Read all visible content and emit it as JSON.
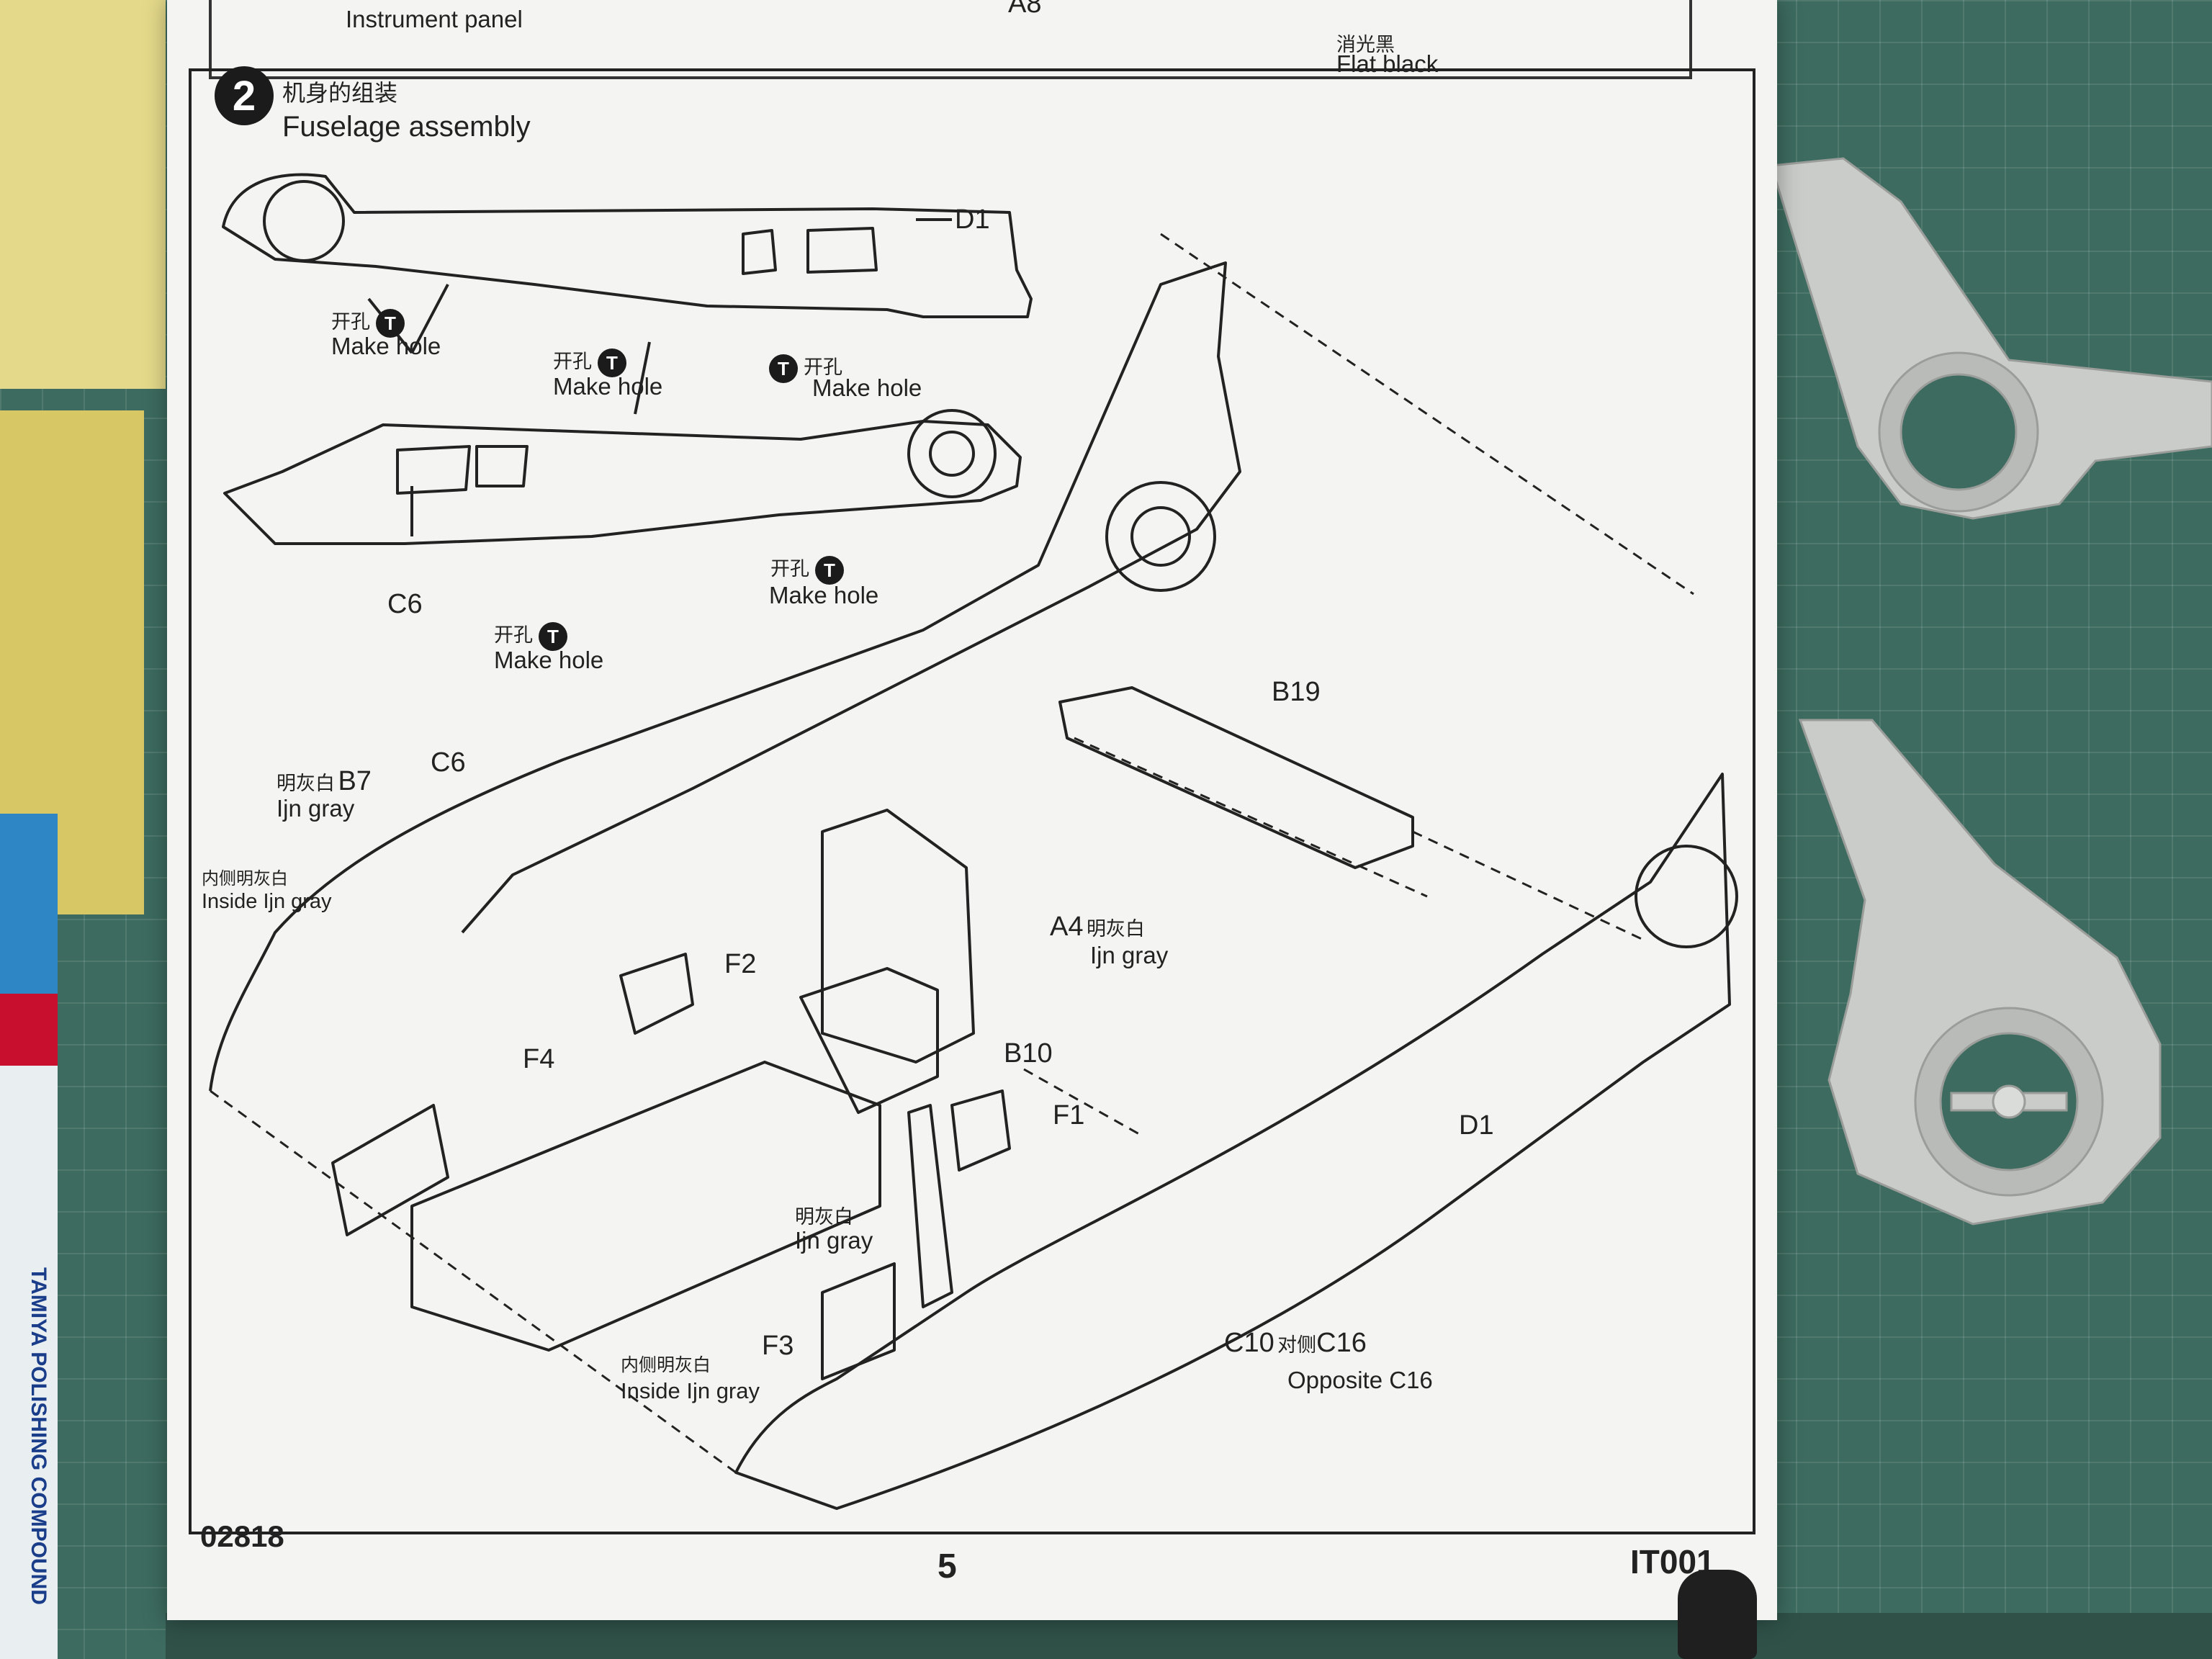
{
  "top_panel": {
    "instrument_label": "Instrument panel",
    "part_label": "A8",
    "paint_cn": "消光黑",
    "paint_en": "Flat black"
  },
  "step": {
    "number": "2",
    "title_cn": "机身的组装",
    "title_en": "Fuselage assembly"
  },
  "make_hole": {
    "cn": "开孔",
    "en": "Make hole",
    "icon": "T"
  },
  "parts": {
    "d1": "D1",
    "c6": "C6",
    "b19": "B19",
    "b7": "B7",
    "a4": "A4",
    "f2": "F2",
    "f4": "F4",
    "b10": "B10",
    "f1": "F1",
    "f3": "F3",
    "c10": "C10",
    "c16": "C16"
  },
  "paint": {
    "ljn_cn": "明灰白",
    "ljn_en": "Ijn gray",
    "inside_cn": "内侧明灰白",
    "inside_en": "Inside Ijn gray",
    "opposite_cn": "对侧",
    "opposite_en": "Opposite C16"
  },
  "footer": {
    "code": "02818",
    "page": "5",
    "series": "IT001"
  },
  "tube_text": "TAMIYA POLISHING COMPOUND",
  "colors": {
    "mat": "#3d6b5f",
    "paper": "#f4f4f2",
    "ink": "#222222",
    "plastic": "#c9ccc9",
    "tape": "#e4d98a"
  }
}
